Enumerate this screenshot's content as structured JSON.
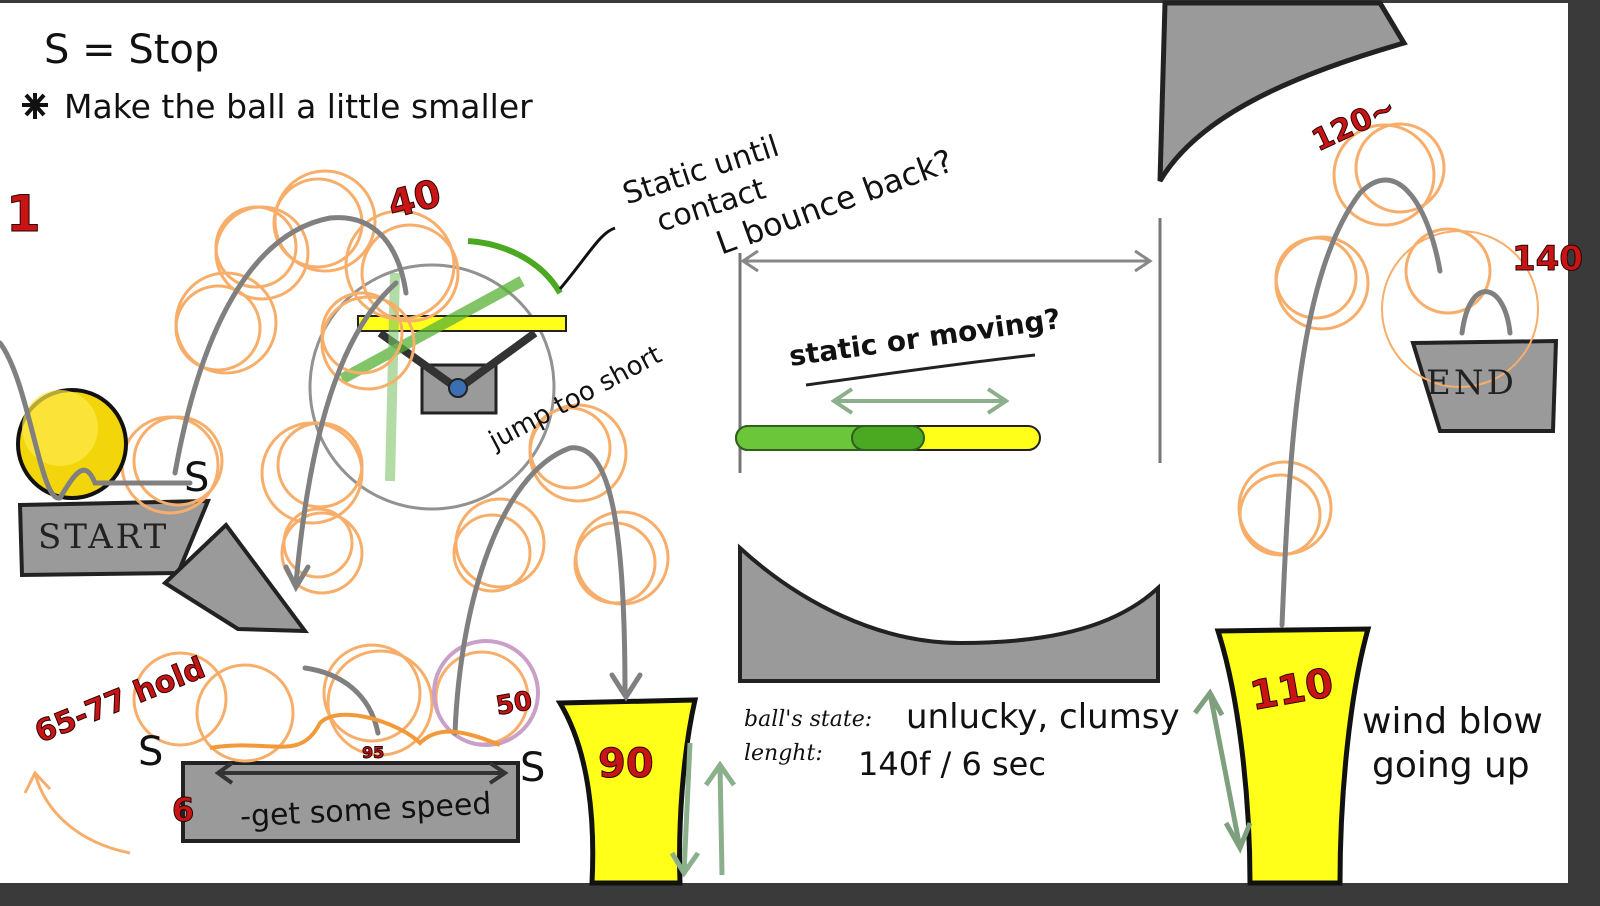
{
  "notes": {
    "legend": "S = Stop",
    "note": "Make the ball a little smaller",
    "static_until": "Static until",
    "contact": "contact",
    "bounce_back": "L bounce back?",
    "jump_too_short": "jump too short",
    "static_or_moving": "static or moving?",
    "ball_state_label": "ball's state:",
    "ball_state_value": "unlucky, clumsy",
    "length_label": "lenght:",
    "length_value": "140f / 6 sec",
    "get_speed": "-get some speed",
    "wind": "wind blow",
    "wind2": "going up",
    "stop_marker": "S"
  },
  "platforms": {
    "start": "START",
    "end": "END"
  },
  "frames": {
    "scene": "1",
    "f40": "40",
    "f50": "50",
    "f65": "65-77 hold",
    "f90": "90",
    "f95": "95",
    "f110": "110",
    "f120": "120~",
    "f140": "140"
  },
  "colors": {
    "ball": "#f2d60b",
    "onion_skin": "#f7ae6b",
    "arc": "#808080",
    "platform": "#9a9a9a",
    "tube": "#ffff1a",
    "arrow_green": "#7fa07f",
    "frame_red": "#c81414"
  }
}
